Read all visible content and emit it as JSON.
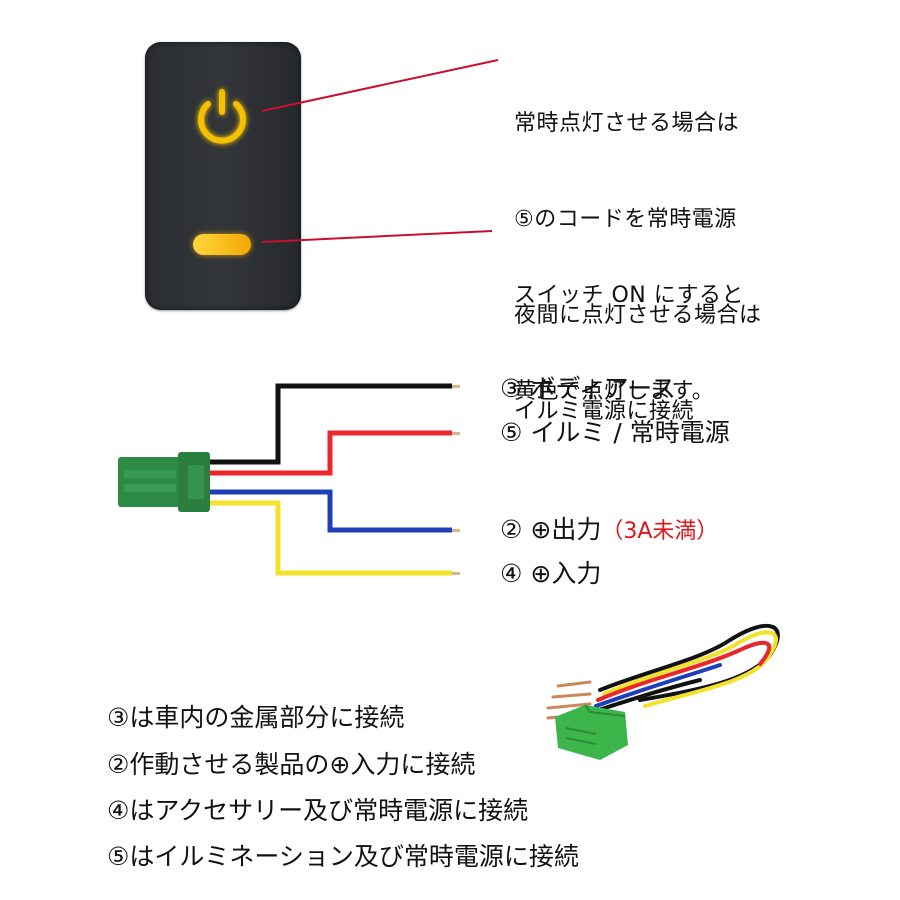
{
  "switch": {
    "icon_top": "power-icon",
    "icon_bottom": "indicator-bar",
    "led_color": "#f5b800"
  },
  "callouts": {
    "top": [
      "常時点灯させる場合は",
      "⑤のコードを常時電源",
      "夜間に点灯させる場合は",
      "イルミ電源に接続"
    ],
    "bottom": [
      "スイッチ ON にすると",
      "黄色で点灯します。"
    ],
    "leader_color": "#c8102e"
  },
  "wires": [
    {
      "num": "③",
      "color": "#111111",
      "label": "ボディアース",
      "note": ""
    },
    {
      "num": "⑤",
      "color": "#e8262b",
      "label": "イルミ / 常時電源",
      "note": ""
    },
    {
      "num": "②",
      "color": "#1f3fb8",
      "label": "⊕出力",
      "note": "（3A未満）"
    },
    {
      "num": "④",
      "color": "#f2e22a",
      "label": "⊕入力",
      "note": ""
    }
  ],
  "connector_color": "#2e8b45",
  "notes": [
    "③は車内の金属部分に接続",
    "②作動させる製品の⊕入力に接続",
    "④はアクセサリー及び常時電源に接続",
    "⑤はイルミネーション及び常時電源に接続"
  ],
  "photo": {
    "name": "wire-harness-photo",
    "connector_color": "#3cb54a"
  }
}
